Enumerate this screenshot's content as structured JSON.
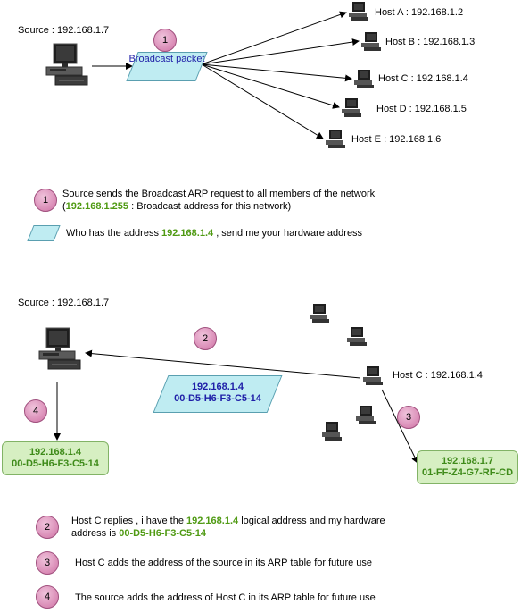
{
  "panel1": {
    "source_label": "Source : 192.168.1.7",
    "broadcast_packet": "Broadcast packet",
    "step_num": "1",
    "hosts": [
      {
        "label": "Host A : 192.168.1.2"
      },
      {
        "label": "Host B : 192.168.1.3"
      },
      {
        "label": "Host C : 192.168.1.4"
      },
      {
        "label": "Host D : 192.168.1.5"
      },
      {
        "label": "Host E : 192.168.1.6"
      }
    ]
  },
  "legend1": {
    "num": "1",
    "text_line1": "Source sends the Broadcast ARP request to all members of the network",
    "text_line2_open": "(",
    "broadcast_ip": "192.168.1.255",
    "text_line2_rest": " : Broadcast address for this network)",
    "who_has_prefix": "Who has the address ",
    "who_has_ip": "192.168.1.4",
    "who_has_suffix": " , send me your hardware address"
  },
  "panel2": {
    "source_label": "Source : 192.168.1.7",
    "hostc_label": "Host C : 192.168.1.4",
    "reply_packet": {
      "ip": "192.168.1.4",
      "mac": "00-D5-H6-F3-C5-14"
    },
    "source_table": {
      "ip": "192.168.1.4",
      "mac": "00-D5-H6-F3-C5-14"
    },
    "hostc_table": {
      "ip": "192.168.1.7",
      "mac": "01-FF-Z4-G7-RF-CD"
    },
    "step2": "2",
    "step3": "3",
    "step4": "4"
  },
  "legend2": {
    "items": [
      {
        "num": "2",
        "prefix": "Host C replies , i have the ",
        "ip": "192.168.1.4",
        "middle": " logical address and my hardware",
        "line2_prefix": "address is ",
        "mac": "00-D5-H6-F3-C5-14"
      },
      {
        "num": "3",
        "text": "Host C adds the address of the source in its ARP table for future use"
      },
      {
        "num": "4",
        "text": "The source adds the address of Host C in its ARP table for future use"
      }
    ]
  },
  "colors": {
    "packet_fill": "#bfecf2",
    "table_fill": "#d6efc2",
    "step_circle": "#d98ab5",
    "highlight_green": "#4f9a13",
    "packet_text_blue": "#1f1fa8"
  }
}
